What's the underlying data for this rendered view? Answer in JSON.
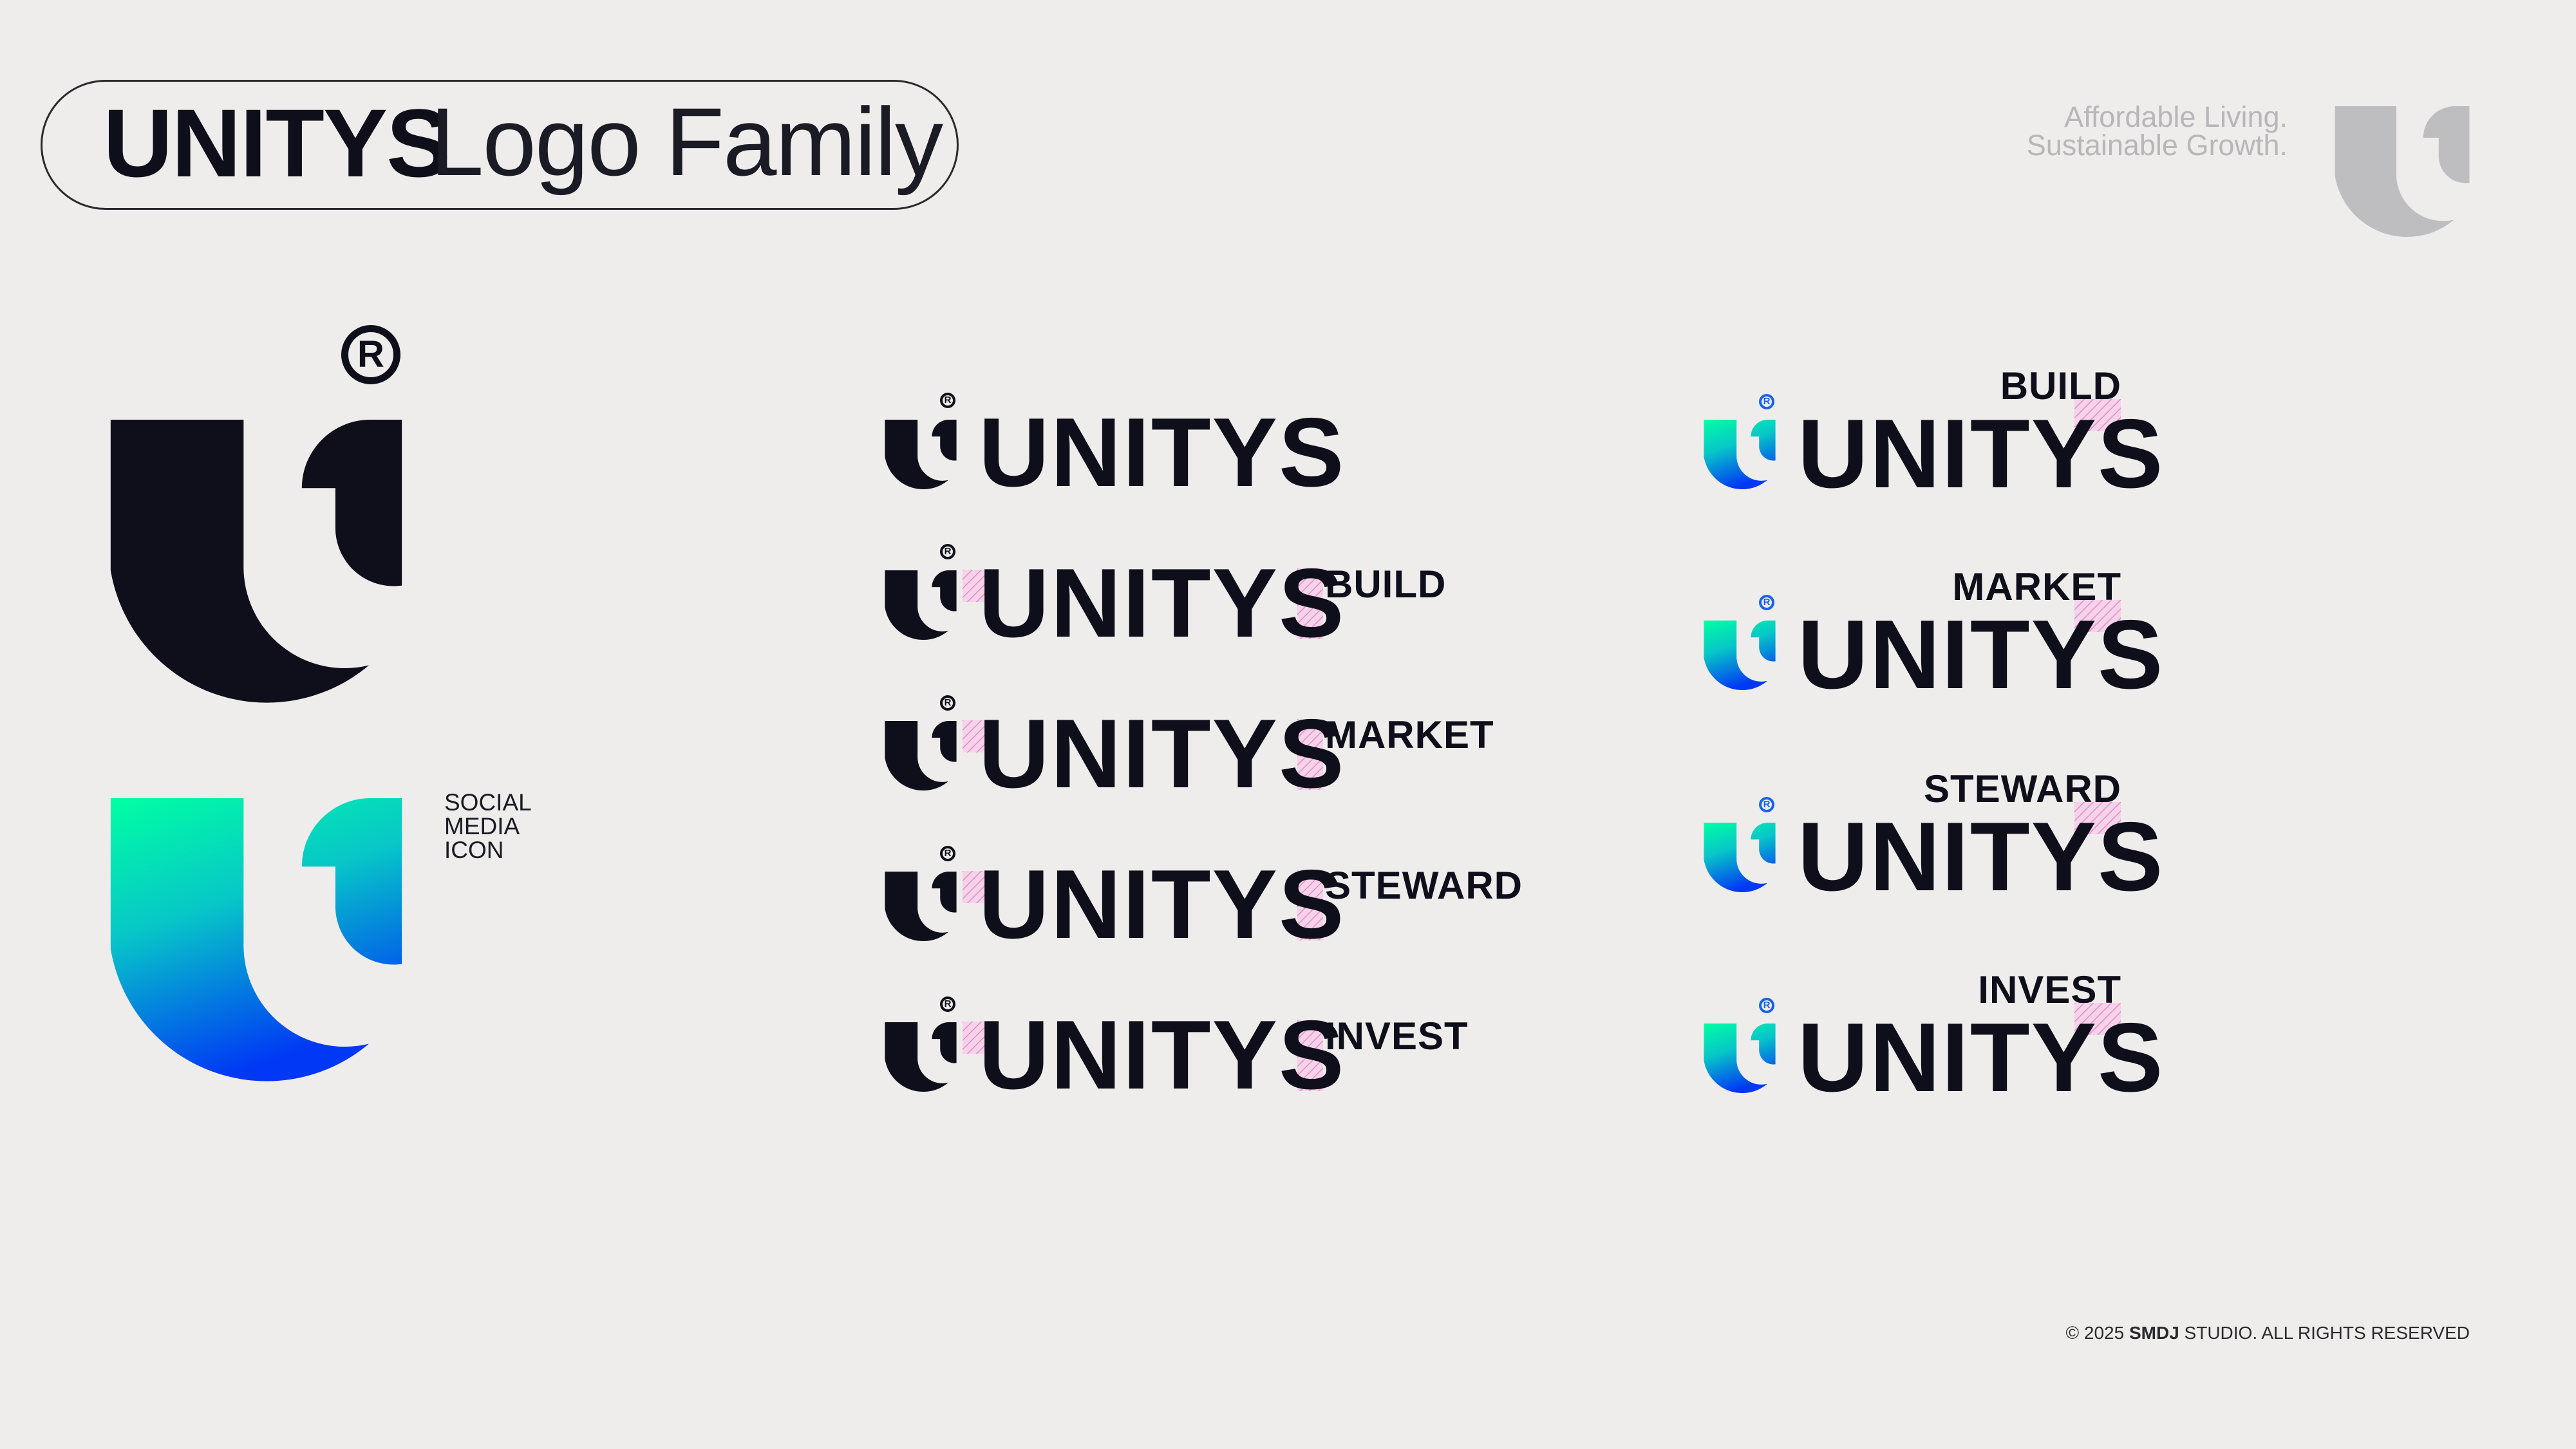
{
  "header": {
    "title_bold": "UNITYS",
    "title_light": "Logo Family"
  },
  "tagline": {
    "line1": "Affordable Living.",
    "line2": "Sustainable Growth."
  },
  "social_icon_label": {
    "line1": "SOCIAL",
    "line2": "MEDIA",
    "line3": "ICON"
  },
  "registered_mark": "R",
  "wordmark": "UNITYS",
  "dark_variants": [
    {
      "sub": ""
    },
    {
      "sub": "BUILD"
    },
    {
      "sub": "MARKET"
    },
    {
      "sub": "STEWARD"
    },
    {
      "sub": "INVEST"
    }
  ],
  "gradient_variants": [
    {
      "sub": "BUILD"
    },
    {
      "sub": "MARKET"
    },
    {
      "sub": "STEWARD"
    },
    {
      "sub": "INVEST"
    }
  ],
  "footer": {
    "prefix": "© 2025",
    "studio": "SMDJ",
    "suffix": "STUDIO. ALL RIGHTS RESERVED"
  },
  "colors": {
    "background": "#eeedeb",
    "ink": "#0e0f1a",
    "gradient_top": "#00ffa3",
    "gradient_bottom": "#0038f5",
    "accent_pink": "#f2a7d8",
    "watermark_gray": "#bebec1"
  },
  "icons": {
    "large_mark": "unitys-u1-mark",
    "social_mark": "unitys-u1-gradient-mark",
    "watermark": "unitys-u1-gray-mark"
  }
}
